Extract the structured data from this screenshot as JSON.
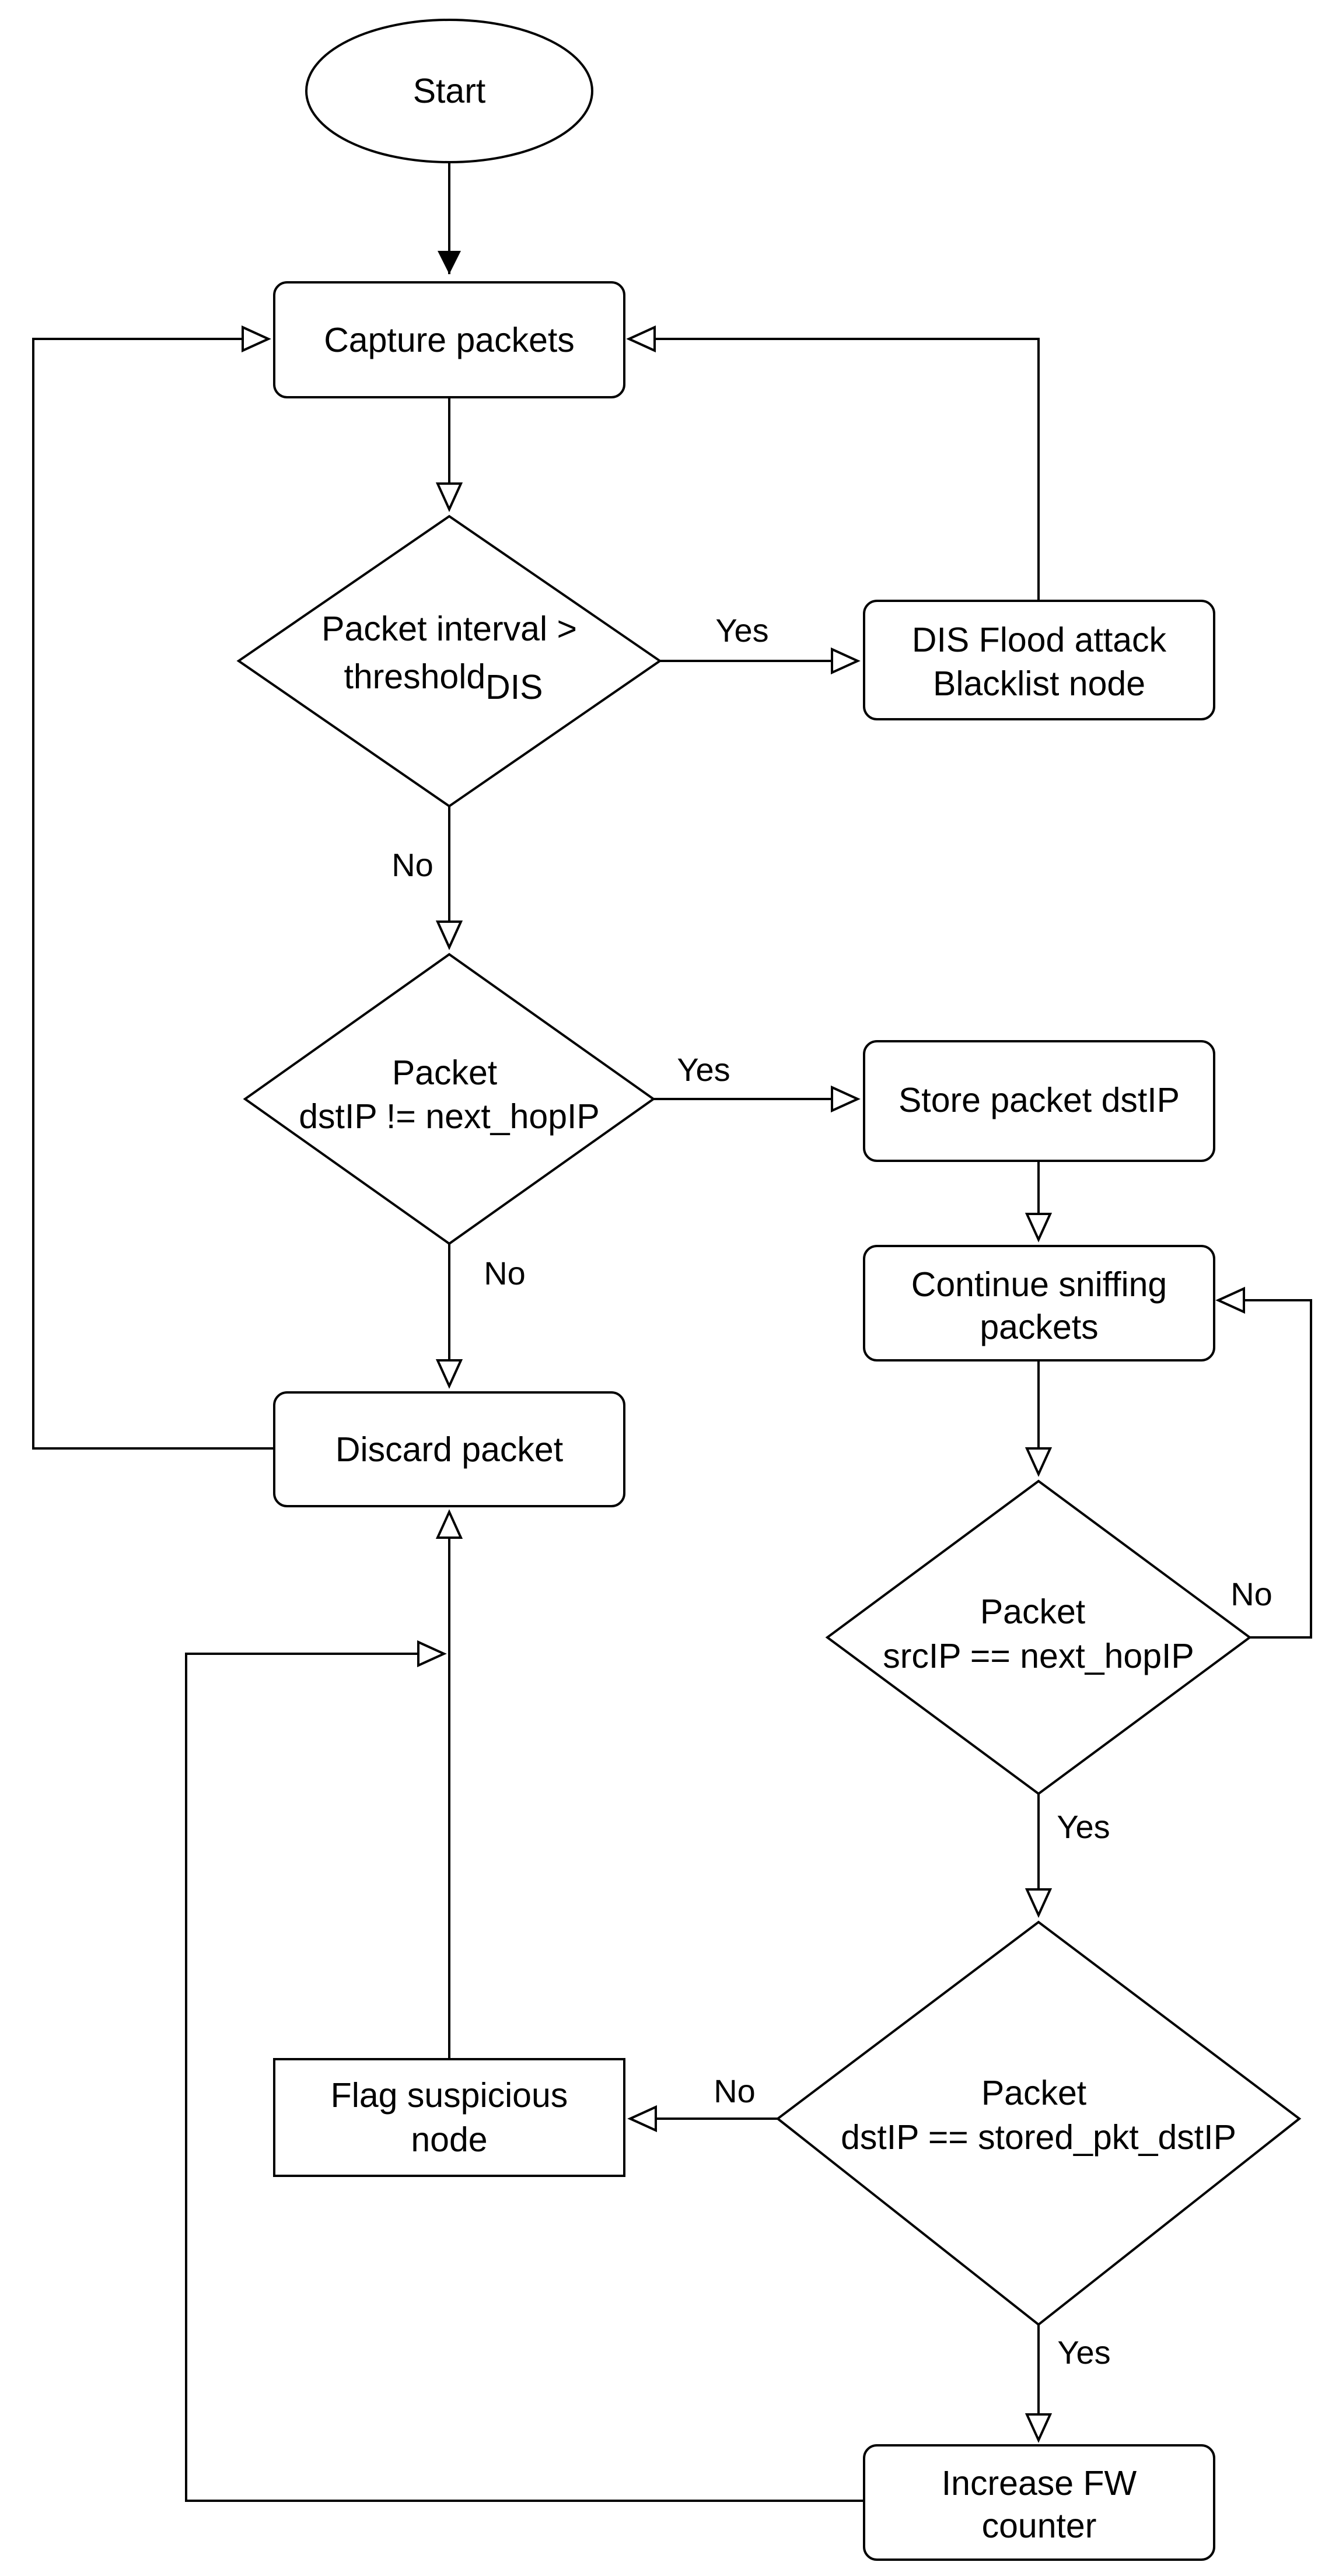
{
  "nodes": {
    "start": {
      "label": "Start"
    },
    "capture": {
      "label": "Capture packets"
    },
    "interval_check": {
      "line1": "Packet interval >",
      "line2": "threshold",
      "subscript": "DIS"
    },
    "flood": {
      "line1": "DIS Flood attack",
      "line2": "Blacklist node"
    },
    "dst_check": {
      "line1": "Packet",
      "line2": "dstIP != next_hopIP"
    },
    "store": {
      "label": "Store packet dstIP"
    },
    "continue": {
      "line1": "Continue sniffing",
      "line2": "packets"
    },
    "discard": {
      "label": "Discard packet"
    },
    "src_check": {
      "line1": "Packet",
      "line2": "srcIP == next_hopIP"
    },
    "stored_check": {
      "line1": "Packet",
      "line2": "dstIP == stored_pkt_dstIP"
    },
    "flag": {
      "line1": "Flag suspicious",
      "line2": "node"
    },
    "increase": {
      "line1": "Increase FW",
      "line2": "counter"
    }
  },
  "edges": {
    "interval_yes": "Yes",
    "interval_no": "No",
    "dst_yes": "Yes",
    "dst_no": "No",
    "src_no": "No",
    "src_yes": "Yes",
    "stored_no": "No",
    "stored_yes": "Yes"
  },
  "colors": {
    "stroke": "#000000",
    "fill": "#ffffff",
    "text": "#000000"
  }
}
